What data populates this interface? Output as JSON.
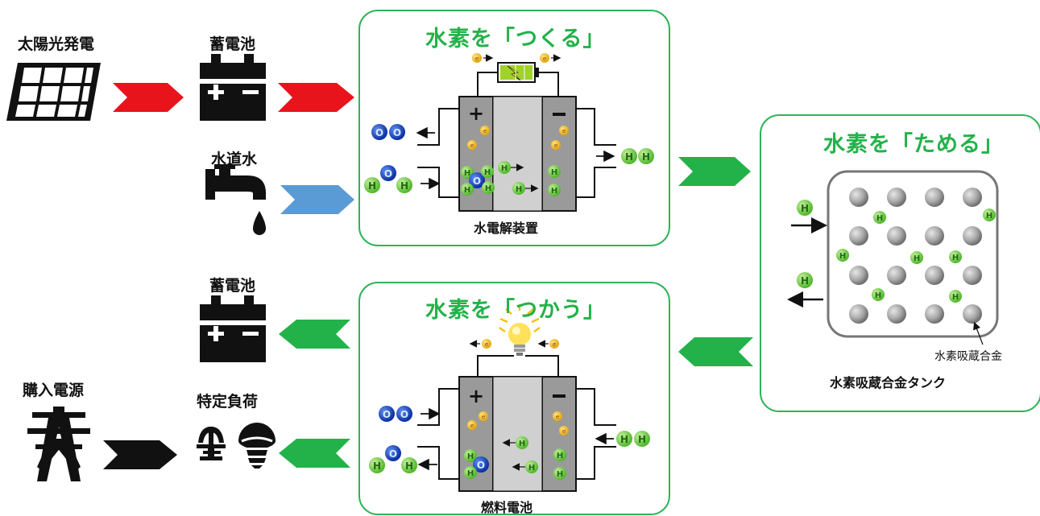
{
  "sources": {
    "solar": "太陽光発電",
    "battery_top": "蓄電池",
    "tap_water": "水道水",
    "battery_bottom": "蓄電池",
    "grid_power": "購入電源",
    "specific_load": "特定負荷"
  },
  "produce": {
    "title": "水素を「つくる」",
    "device": "水電解装置"
  },
  "store": {
    "title": "水素を「ためる」",
    "alloy_label": "水素吸蔵合金",
    "tank": "水素吸蔵合金タンク"
  },
  "use": {
    "title": "水素を「つかう」",
    "device": "燃料電池"
  },
  "colors": {
    "green": "#23b24a",
    "red": "#e8131b",
    "blue": "#5b9bd5",
    "black": "#111111",
    "box_border": "#2fb35a"
  },
  "icons": [
    "solar-panel-icon",
    "battery-icon",
    "water-faucet-icon",
    "power-tower-icon",
    "fountain-icon",
    "light-bulb-icon"
  ]
}
